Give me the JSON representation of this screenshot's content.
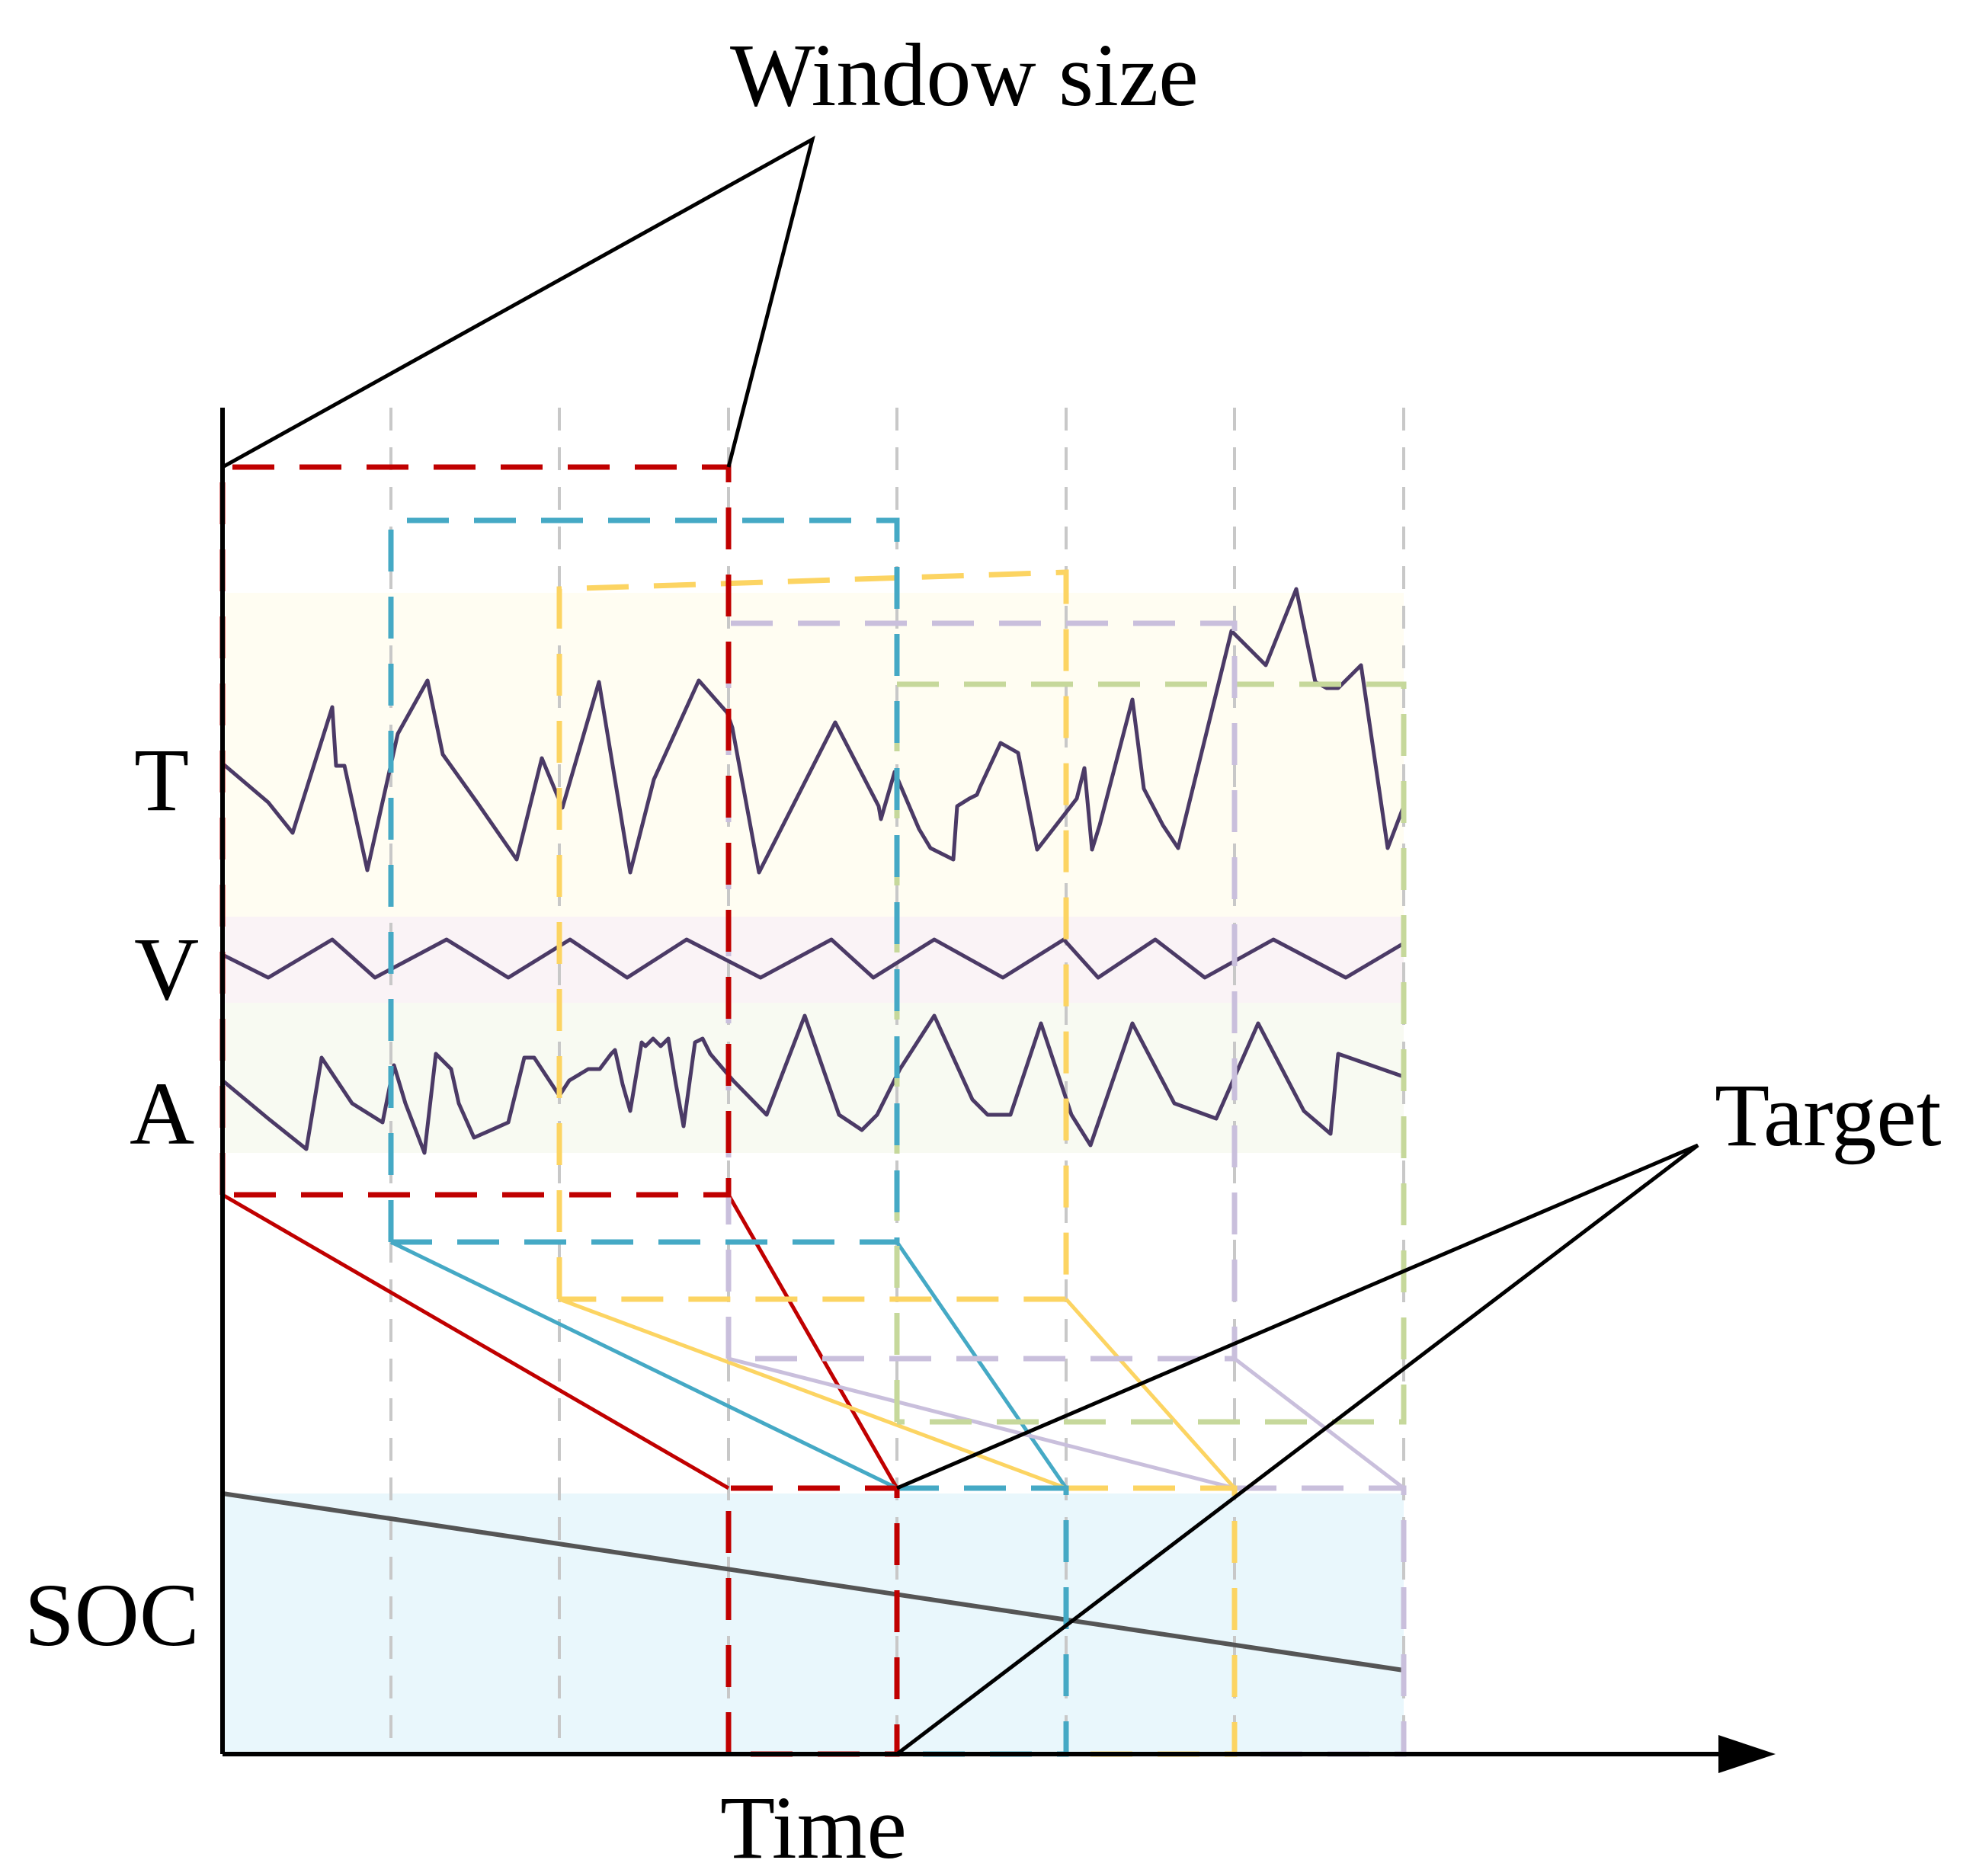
{
  "labels": {
    "window_size": "Window size",
    "target": "Target",
    "time": "Time",
    "T": "T",
    "V": "V",
    "A": "A",
    "SOC": "SOC"
  },
  "colors": {
    "axis": "#000000",
    "grid": "#c8c8c8",
    "signal": "#4b3a66",
    "soc_line": "#555555",
    "band_T": "#fffdf2",
    "band_V": "#faf3f6",
    "band_A": "#f8faf2",
    "band_SOC": "#e9f7fc",
    "window_1": "#c00000",
    "window_2": "#45a9c5",
    "window_3": "#fcd462",
    "window_4": "#c9bfdc",
    "window_5": "#c6d89b"
  }
}
